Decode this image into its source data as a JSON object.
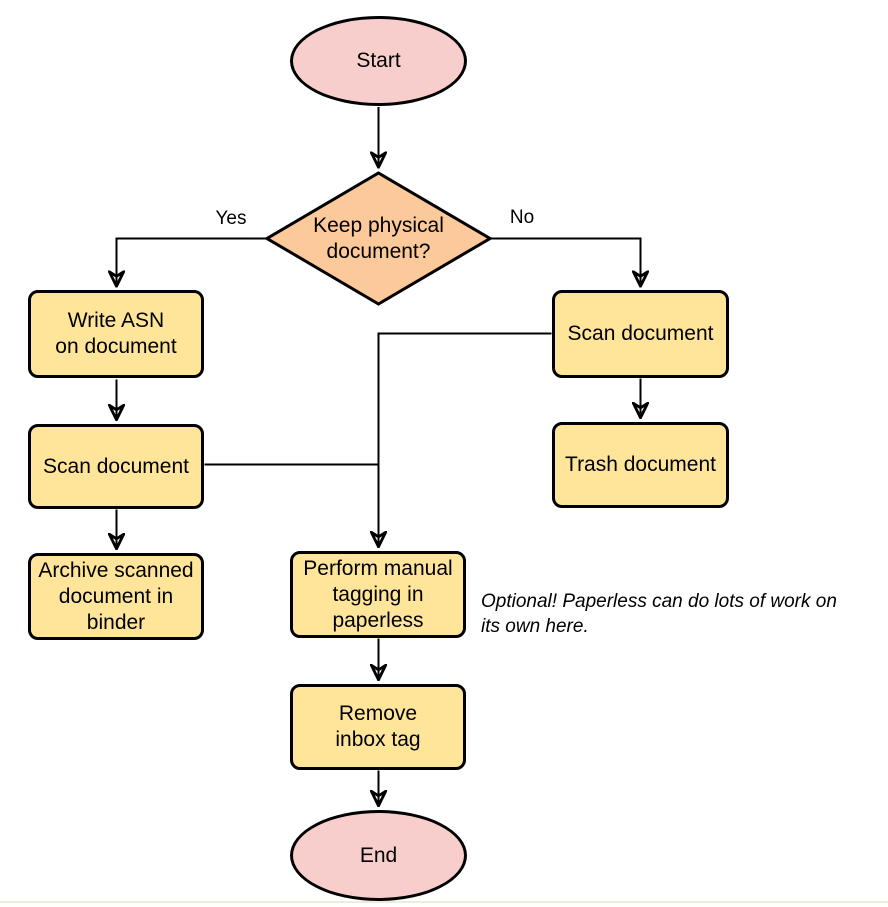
{
  "colors": {
    "terminal_fill": "#F8CECC",
    "decision_fill": "#FBC99A",
    "process_fill": "#FFE599",
    "stroke": "#000000",
    "background": "#FFFFFF"
  },
  "nodes": {
    "start": {
      "label": "Start"
    },
    "decision": {
      "lines": [
        "Keep physical",
        "document?"
      ]
    },
    "write_asn": {
      "lines": [
        "Write ASN",
        "on document"
      ]
    },
    "scan_left": {
      "label": "Scan document"
    },
    "archive": {
      "lines": [
        "Archive scanned",
        "document in",
        "binder"
      ]
    },
    "scan_right": {
      "label": "Scan document"
    },
    "trash": {
      "label": "Trash document"
    },
    "perform_tagging": {
      "lines": [
        "Perform manual",
        "tagging in",
        "paperless"
      ]
    },
    "remove_inbox_tag": {
      "lines": [
        "Remove",
        "inbox tag"
      ]
    },
    "end": {
      "label": "End"
    }
  },
  "edge_labels": {
    "yes": "Yes",
    "no": "No"
  },
  "annotation": {
    "lines": [
      "Optional! Paperless can do lots of work on",
      "its own here."
    ]
  }
}
